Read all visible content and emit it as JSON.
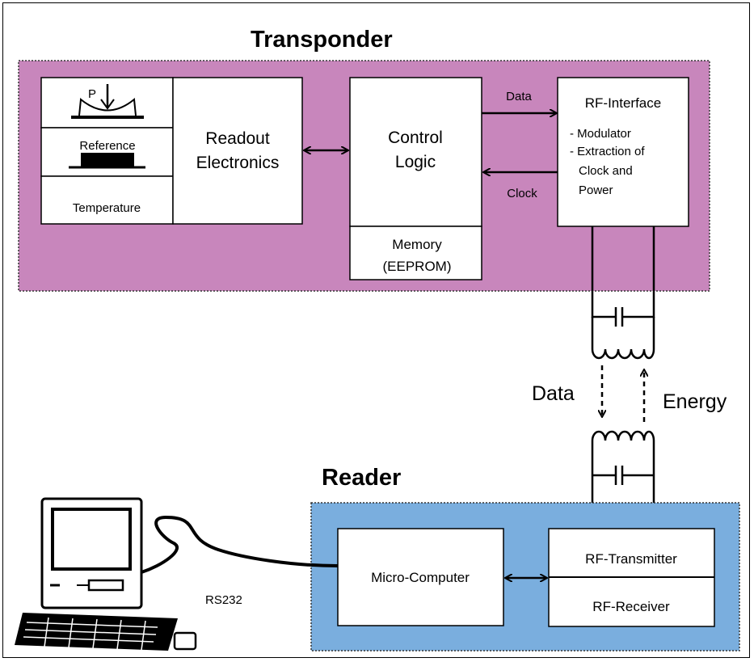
{
  "transponder": {
    "title": "Transponder",
    "sensor_p": "P",
    "sensor_reference": "Reference",
    "sensor_temperature": "Temperature",
    "readout_line1": "Readout",
    "readout_line2": "Electronics",
    "control_line1": "Control",
    "control_line2": "Logic",
    "memory_line1": "Memory",
    "memory_line2": "(EEPROM)",
    "data_label": "Data",
    "clock_label": "Clock",
    "rf_title": "RF-Interface",
    "rf_item1": "- Modulator",
    "rf_item2": "- Extraction of",
    "rf_item3": "Clock and",
    "rf_item4": "Power"
  },
  "coupling": {
    "data_label": "Data",
    "energy_label": "Energy"
  },
  "reader": {
    "title": "Reader",
    "micro_label": "Micro-Computer",
    "rf_transmitter": "RF-Transmitter",
    "rf_receiver": "RF-Receiver",
    "rs232_label": "RS232"
  },
  "colors": {
    "transponder_bg": "#c886bc",
    "reader_bg": "#7aaede",
    "box_fill": "#ffffff",
    "line": "#000000"
  }
}
